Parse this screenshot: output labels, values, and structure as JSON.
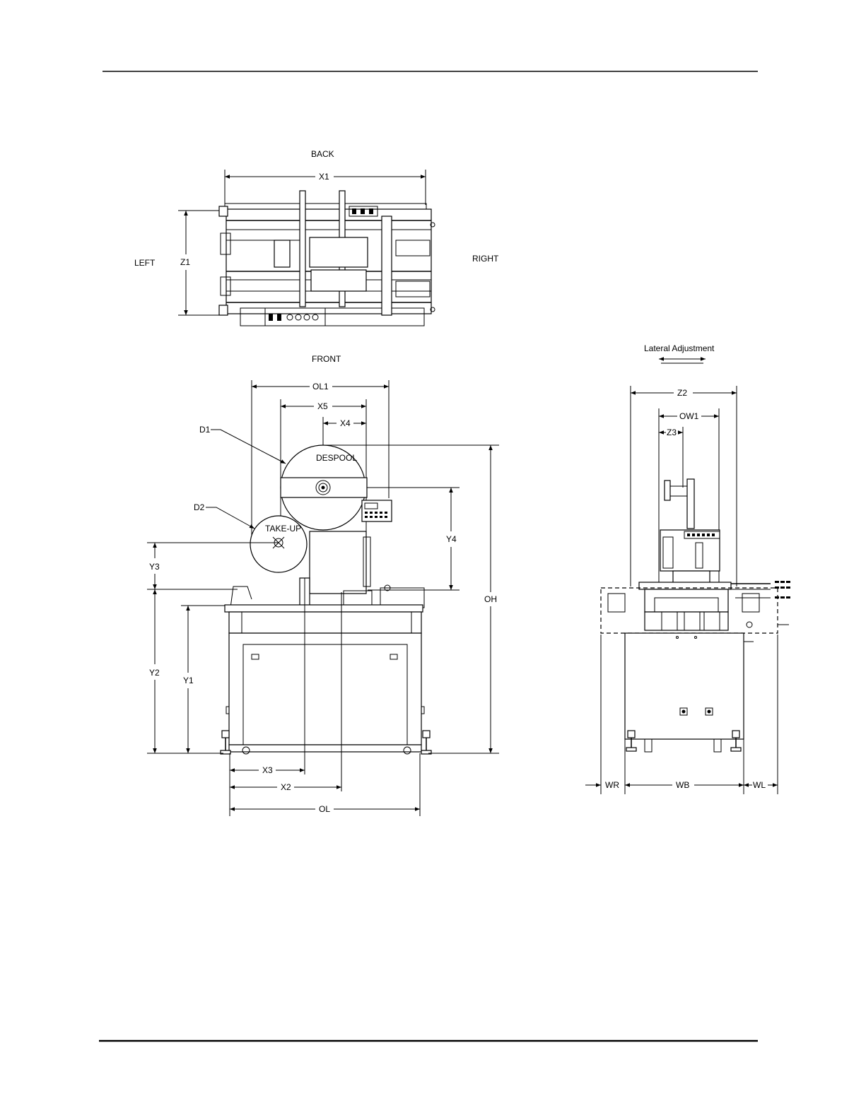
{
  "views": {
    "top": {
      "back": "BACK",
      "front": "FRONT",
      "left": "LEFT",
      "right": "RIGHT",
      "dims": {
        "x1": "X1",
        "z1": "Z1"
      }
    },
    "front": {
      "rolls": {
        "despool": "DESPOOL",
        "takeup": "TAKE-UP"
      },
      "callouts": {
        "d1": "D1",
        "d2": "D2"
      },
      "dims": {
        "ol1": "OL1",
        "x5": "X5",
        "x4": "X4",
        "y4": "Y4",
        "oh": "OH",
        "y3": "Y3",
        "y2": "Y2",
        "y1": "Y1",
        "x3": "X3",
        "x2": "X2",
        "ol": "OL"
      }
    },
    "side": {
      "lateral": "Lateral Adjustment",
      "dims": {
        "z2": "Z2",
        "ow1": "OW1",
        "z3": "Z3",
        "wr": "WR",
        "wb": "WB",
        "wl": "WL"
      }
    }
  }
}
